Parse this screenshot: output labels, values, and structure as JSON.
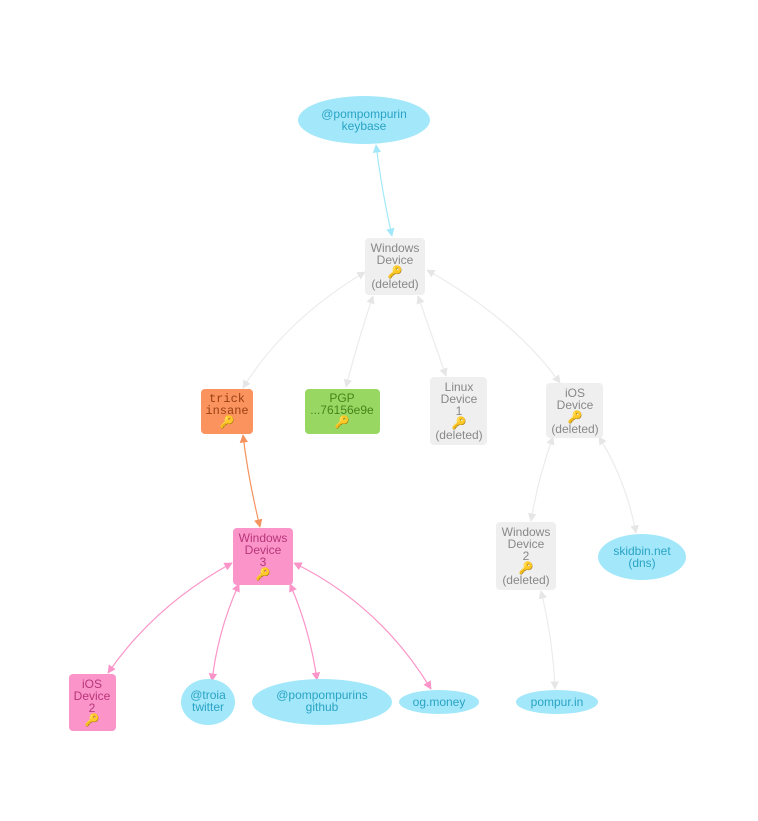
{
  "colors": {
    "identity": "#a3e8fa",
    "identity_text": "#2aa3c4",
    "device_deleted": "#efefef",
    "device_deleted_text": "#888888",
    "device_active": "#fb94c8",
    "device_active_text": "#b8367b",
    "pgp": "#98d862",
    "pgp_text": "#46841a",
    "paperkey": "#fb935e",
    "paperkey_text": "#9a3f12",
    "key_icon": "#f4b829"
  },
  "nodes": {
    "keybase": {
      "line1": "@pompompurin",
      "line2": "keybase"
    },
    "windows_device_1": {
      "line1": "Windows",
      "line2": "Device",
      "icon": "key-icon",
      "status": "(deleted)"
    },
    "paperkey": {
      "line1": "trick",
      "line2": "insane",
      "icon": "key-icon"
    },
    "pgp": {
      "line1": "PGP",
      "line2": "...76156e9e",
      "icon": "key-icon"
    },
    "linux_device": {
      "line1": "Linux",
      "line2": "Device",
      "line3": "1",
      "icon": "key-icon",
      "status": "(deleted)"
    },
    "ios_device_1": {
      "line1": "iOS",
      "line2": "Device",
      "icon": "key-icon",
      "status": "(deleted)"
    },
    "windows_device_3": {
      "line1": "Windows",
      "line2": "Device",
      "line3": "3",
      "icon": "key-icon"
    },
    "windows_device_2": {
      "line1": "Windows",
      "line2": "Device",
      "line3": "2",
      "icon": "key-icon",
      "status": "(deleted)"
    },
    "skidbin": {
      "line1": "skidbin.net",
      "line2": "(dns)"
    },
    "ios_device_2": {
      "line1": "iOS",
      "line2": "Device",
      "line3": "2",
      "icon": "key-icon"
    },
    "twitter": {
      "line1": "@troia",
      "line2": "twitter"
    },
    "github": {
      "line1": "@pompompurins",
      "line2": "github"
    },
    "ogmoney": {
      "line1": "og.money"
    },
    "pompur": {
      "line1": "pompur.in"
    }
  }
}
